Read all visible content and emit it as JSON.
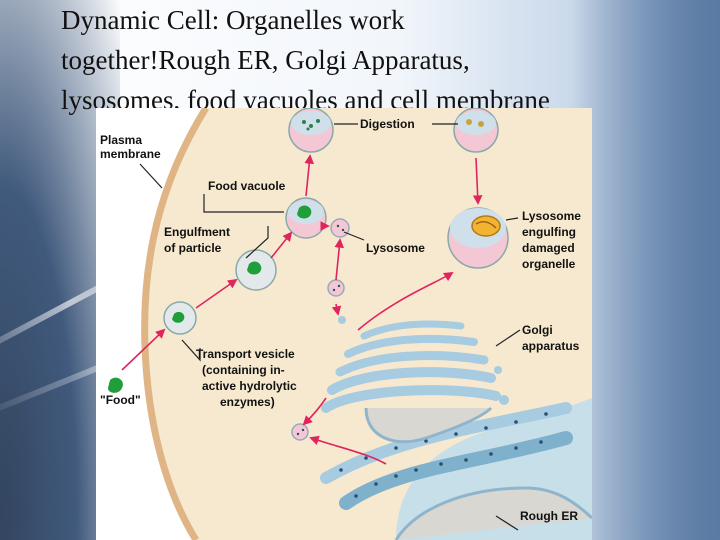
{
  "slide": {
    "title_line1": "Dynamic Cell: Organelles work",
    "title_line2": "together!Rough ER, Golgi Apparatus,",
    "title_line3": "lysosomes, food vacuoles and cell membrane"
  },
  "diagram": {
    "labels": {
      "plasma_membrane_1": "Plasma",
      "plasma_membrane_2": "membrane",
      "digestion": "Digestion",
      "food_vacuole": "Food vacuole",
      "engulfment_1": "Engulfment",
      "engulfment_2": "of particle",
      "lysosome": "Lysosome",
      "lysosome_engulfing_1": "Lysosome",
      "lysosome_engulfing_2": "engulfing",
      "lysosome_engulfing_3": "damaged",
      "lysosome_engulfing_4": "organelle",
      "golgi_1": "Golgi",
      "golgi_2": "apparatus",
      "transport_1": "Transport vesicle",
      "transport_2": "(containing in-",
      "transport_3": "active hydrolytic",
      "transport_4": "enzymes)",
      "food": "\"Food\"",
      "rough_er": "Rough ER"
    },
    "colors": {
      "arrow": "#e0245e",
      "cytoplasm": "#f7e9cf",
      "membrane": "#e8c79a",
      "golgi": "#a7cbe0",
      "golgi_lumen": "#d9d7d2",
      "food": "#1f9e3a",
      "lysosome": "#f3c8d4"
    }
  }
}
